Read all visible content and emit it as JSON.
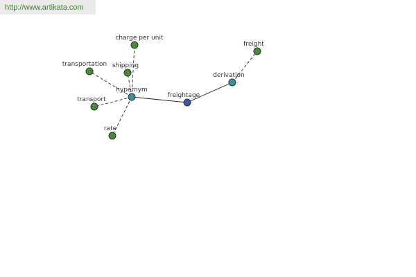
{
  "header": {
    "url": "http://www.artikata.com"
  },
  "graph": {
    "colors": {
      "green": "#4b8a3e",
      "teal": "#3d8ea0",
      "blue": "#4455aa",
      "edge": "#222222",
      "node_stroke": "#1e3a1e"
    },
    "nodes": [
      {
        "id": "hypernym",
        "label": "hypernym",
        "role": "relation",
        "color": "#3d8ea0"
      },
      {
        "id": "freightage",
        "label": "freightage",
        "role": "root",
        "color": "#4455aa"
      },
      {
        "id": "derivation",
        "label": "derivation",
        "role": "relation",
        "color": "#3d8ea0"
      },
      {
        "id": "freight",
        "label": "freight",
        "role": "term",
        "color": "#4b8a3e"
      },
      {
        "id": "charge-per-unit",
        "label": "charge per unit",
        "role": "term",
        "color": "#4b8a3e"
      },
      {
        "id": "shipping",
        "label": "shipping",
        "role": "term",
        "color": "#4b8a3e"
      },
      {
        "id": "transportation",
        "label": "transportation",
        "role": "term",
        "color": "#4b8a3e"
      },
      {
        "id": "transport",
        "label": "transport",
        "role": "term",
        "color": "#4b8a3e"
      },
      {
        "id": "rate",
        "label": "rate",
        "role": "term",
        "color": "#4b8a3e"
      }
    ],
    "edges": [
      {
        "from": "hypernym",
        "to": "freightage",
        "style": "solid"
      },
      {
        "from": "freightage",
        "to": "derivation",
        "style": "solid"
      },
      {
        "from": "derivation",
        "to": "freight",
        "style": "dashed"
      },
      {
        "from": "hypernym",
        "to": "charge-per-unit",
        "style": "dashed"
      },
      {
        "from": "hypernym",
        "to": "shipping",
        "style": "dashed"
      },
      {
        "from": "hypernym",
        "to": "transportation",
        "style": "dashed"
      },
      {
        "from": "hypernym",
        "to": "transport",
        "style": "dashed"
      },
      {
        "from": "hypernym",
        "to": "rate",
        "style": "dashed"
      }
    ]
  }
}
